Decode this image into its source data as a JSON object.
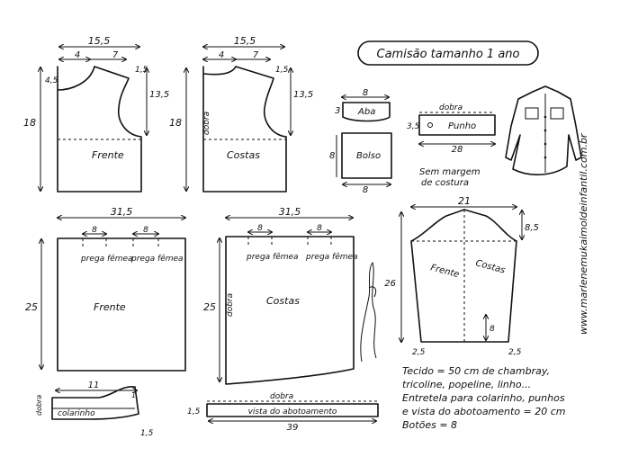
{
  "title": "Camisão tamanho 1 ano",
  "website": "www.marlenemukaimoldeinfantil.com.br",
  "signature": "Marlene Mukai",
  "pieces": {
    "front_bodice": {
      "label": "Frente",
      "width": "15,5",
      "top_a": "4",
      "top_b": "7",
      "shoulder": "1,5",
      "neck": "4,5",
      "armhole": "13,5",
      "height": "18"
    },
    "back_bodice": {
      "label": "Costas",
      "width": "15,5",
      "top_a": "4",
      "top_b": "7",
      "shoulder": "1,5",
      "armhole": "13,5",
      "height": "18",
      "fold": "dobra"
    },
    "pocket_flap": {
      "label": "Aba",
      "width": "8",
      "height": "3"
    },
    "pocket": {
      "label": "Bolso",
      "width": "8",
      "height": "8"
    },
    "cuff": {
      "label": "Punho",
      "fold": "dobra",
      "width": "28",
      "height": "3,5"
    },
    "seam_note": {
      "line1": "Sem margem",
      "line2": "de costura"
    },
    "sleeve": {
      "front": "Frente",
      "back": "Costas",
      "width": "21",
      "cap": "8,5",
      "height": "26",
      "left_hem": "2,5",
      "right_hem": "2,5",
      "placket": "8"
    },
    "front_skirt": {
      "label": "Frente",
      "width": "31,5",
      "pleat_w": "8",
      "pleat_label": "prega fêmea",
      "height": "25"
    },
    "back_skirt": {
      "label": "Costas",
      "width": "31,5",
      "pleat_w": "8",
      "pleat_label": "prega fêmea",
      "height": "25",
      "fold": "dobra"
    },
    "collar": {
      "label": "colarinho",
      "width": "11",
      "end": "1",
      "stand": "1,5",
      "fold": "dobra"
    },
    "placket_facing": {
      "label": "vista do abotoamento",
      "fold": "dobra",
      "width": "39",
      "height": "1,5"
    }
  },
  "notes": {
    "line1": "Tecido = 50 cm de chambray,",
    "line2": "tricoline, popeline, linho...",
    "line3": "Entretela para colarinho, punhos",
    "line4": "e vista do abotoamento = 20 cm",
    "line5": "Botões = 8"
  }
}
